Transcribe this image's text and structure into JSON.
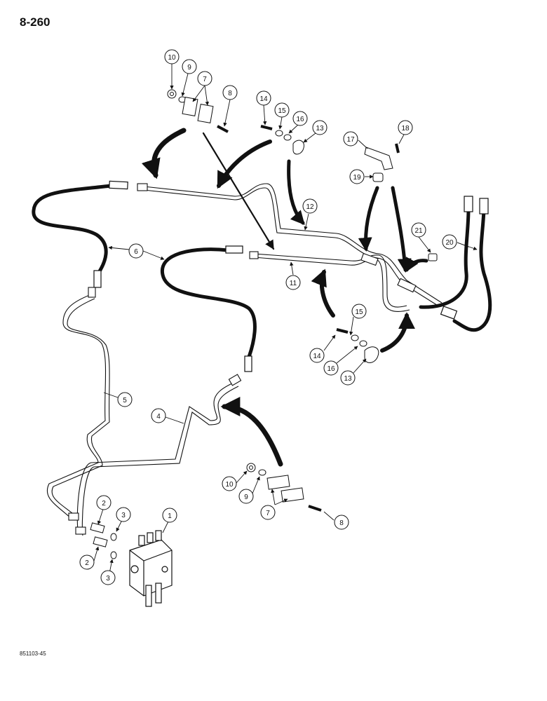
{
  "page_number": "8-260",
  "figure_code": "851103-45",
  "callouts": [
    {
      "id": "c10a",
      "label": "10"
    },
    {
      "id": "c9a",
      "label": "9"
    },
    {
      "id": "c7a",
      "label": "7"
    },
    {
      "id": "c8a",
      "label": "8"
    },
    {
      "id": "c14a",
      "label": "14"
    },
    {
      "id": "c15a",
      "label": "15"
    },
    {
      "id": "c16a",
      "label": "16"
    },
    {
      "id": "c13a",
      "label": "13"
    },
    {
      "id": "c17",
      "label": "17"
    },
    {
      "id": "c18",
      "label": "18"
    },
    {
      "id": "c19",
      "label": "19"
    },
    {
      "id": "c12",
      "label": "12"
    },
    {
      "id": "c21",
      "label": "21"
    },
    {
      "id": "c20",
      "label": "20"
    },
    {
      "id": "c6",
      "label": "6"
    },
    {
      "id": "c11",
      "label": "11"
    },
    {
      "id": "c15b",
      "label": "15"
    },
    {
      "id": "c14b",
      "label": "14"
    },
    {
      "id": "c16b",
      "label": "16"
    },
    {
      "id": "c13b",
      "label": "13"
    },
    {
      "id": "c5",
      "label": "5"
    },
    {
      "id": "c4",
      "label": "4"
    },
    {
      "id": "c10b",
      "label": "10"
    },
    {
      "id": "c9b",
      "label": "9"
    },
    {
      "id": "c7b",
      "label": "7"
    },
    {
      "id": "c8b",
      "label": "8"
    },
    {
      "id": "c2a",
      "label": "2"
    },
    {
      "id": "c3a",
      "label": "3"
    },
    {
      "id": "c1",
      "label": "1"
    },
    {
      "id": "c2b",
      "label": "2"
    },
    {
      "id": "c3b",
      "label": "3"
    }
  ]
}
